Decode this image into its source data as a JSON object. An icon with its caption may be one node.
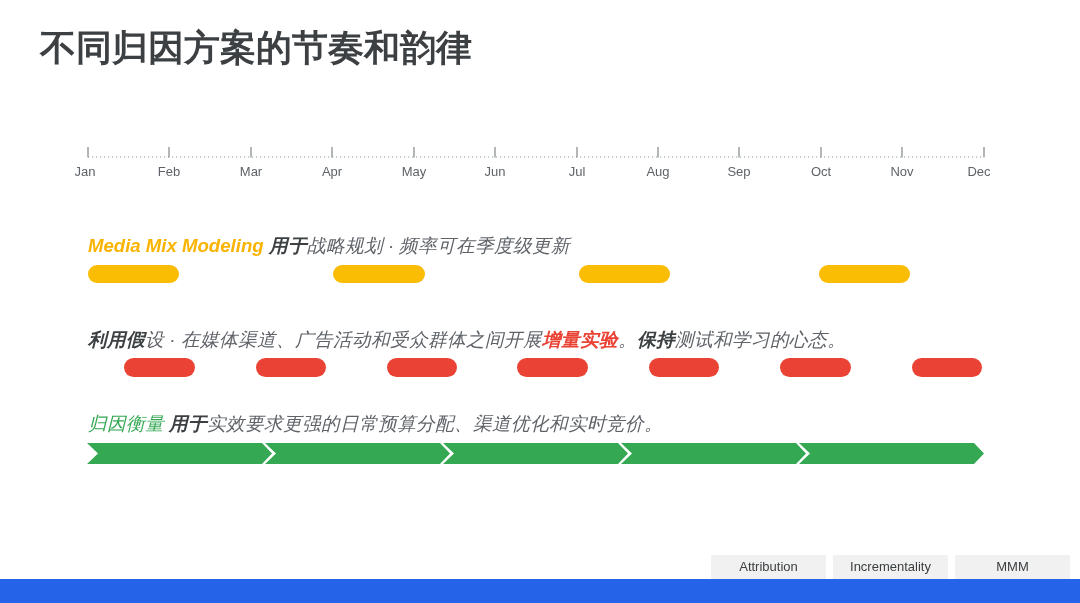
{
  "diagram": {
    "title": "不同归因方案的节奏和韵律",
    "nodes": [
      {
        "text": [],
        "shape": "bar"
      },
      {
        "text": [],
        "shape": "bar"
      },
      {
        "text": [],
        "shape": "bar"
      },
      {
        "text": [],
        "shape": "bar"
      },
      {
        "text": [],
        "shape": "bar"
      },
      {
        "text": [],
        "shape": "bar"
      },
      {
        "text": [],
        "shape": "bar"
      },
      {
        "text": [],
        "shape": "bar"
      },
      {
        "text": [],
        "shape": "bar"
      },
      {
        "text": [],
        "shape": "bar"
      },
      {
        "text": [],
        "shape": "bar"
      },
      {
        "text": [],
        "shape": "chevron"
      },
      {
        "text": [],
        "shape": "chevron"
      },
      {
        "text": [],
        "shape": "chevron"
      },
      {
        "text": [],
        "shape": "chevron"
      },
      {
        "text": [],
        "shape": "chevron"
      },
      {
        "text": [
          "Attribution"
        ]
      },
      {
        "text": [
          "Incrementality"
        ]
      },
      {
        "text": [
          "MMM"
        ]
      }
    ],
    "labels": [
      "Jan",
      "Feb",
      "Mar",
      "Apr",
      "May",
      "Jun",
      "Jul",
      "Aug",
      "Sep",
      "Oct",
      "Nov",
      "Dec",
      "**Media Mix Modeling** **用于**战略规划 · 频率可在季度级更新",
      "**利用假**设 · 在媒体渠道、广告活动和受众群体之间开展**增量实验**。**保持**测试和学习的心态。",
      "*归因衡量* **用于**实效要求更强的日常预算分配、渠道优化和实时竞价。"
    ]
  }
}
